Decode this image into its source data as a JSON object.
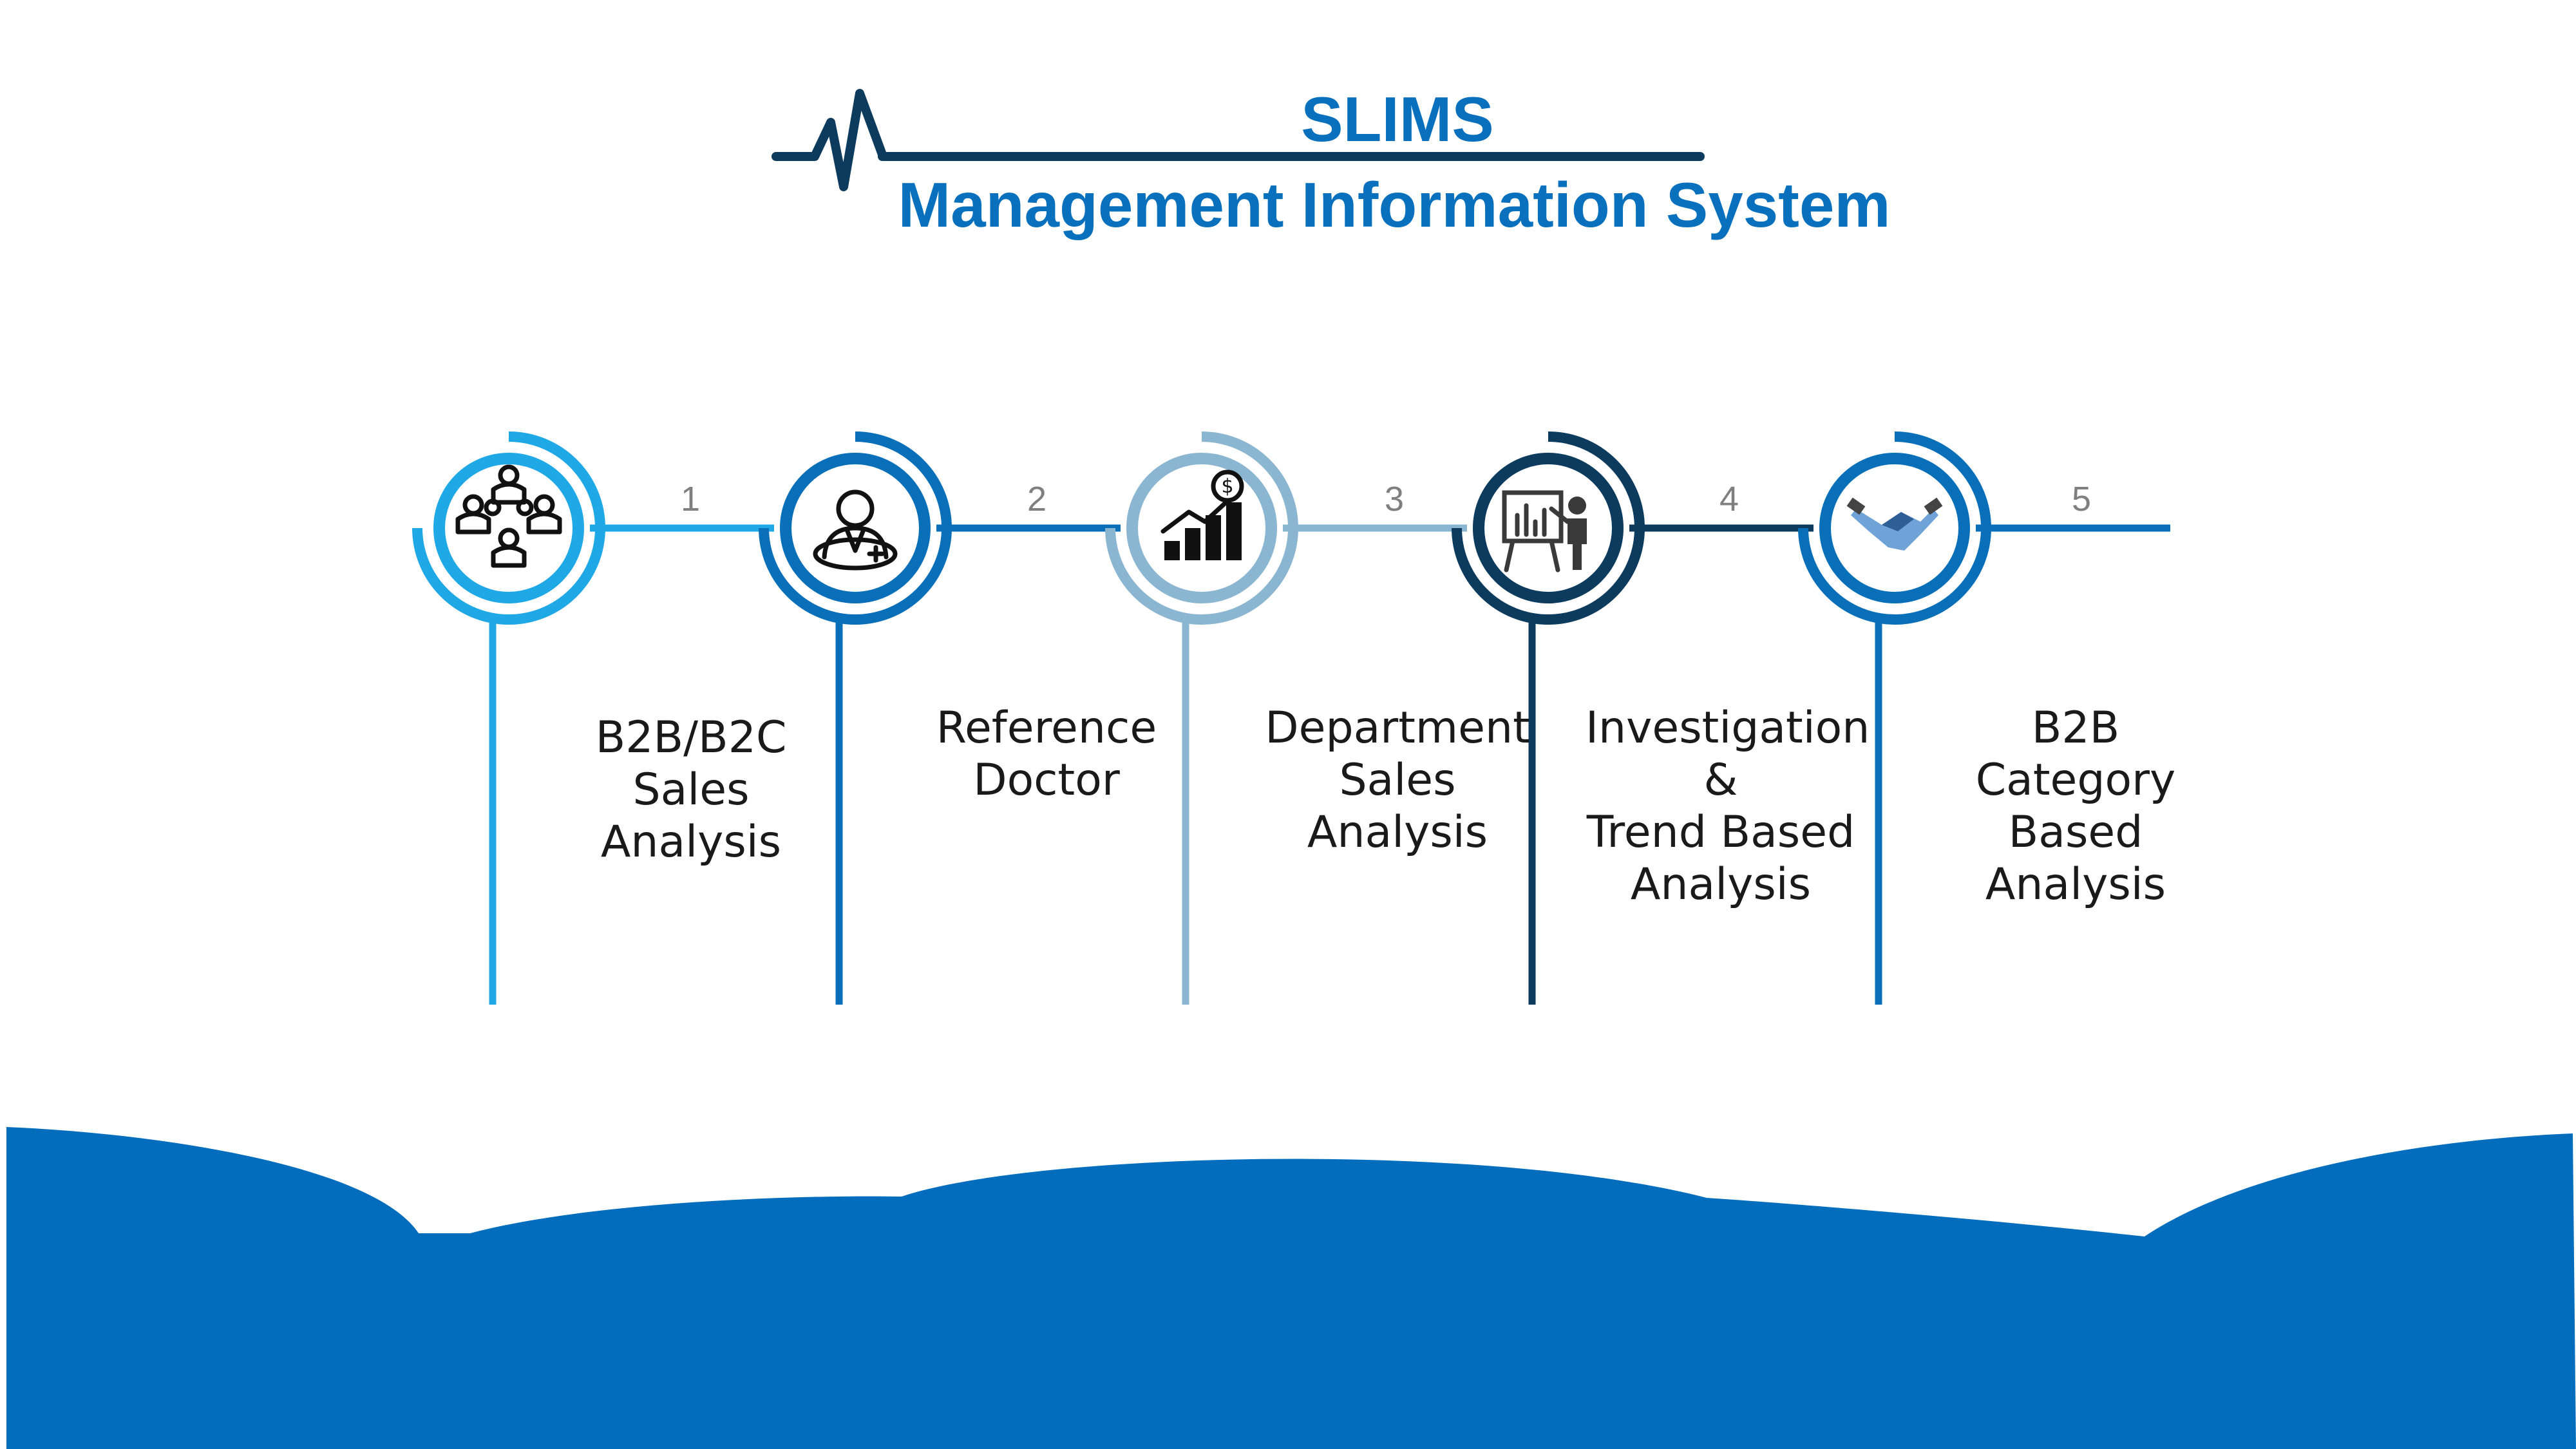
{
  "title": {
    "line1": "SLIMS",
    "line2": "Management Information System"
  },
  "colors": {
    "brand": "#0870bc",
    "dark_navy": "#0c3b5e",
    "sky": "#1ea8e6",
    "steel": "#8bb6d1",
    "wave": "#036dbd"
  },
  "steps": [
    {
      "number": "1",
      "label_lines": [
        "B2B/B2C",
        "Sales",
        "Analysis"
      ],
      "icon": "people-network-icon",
      "color": "#1ea8e6"
    },
    {
      "number": "2",
      "label_lines": [
        "Reference",
        "Doctor"
      ],
      "icon": "doctor-icon",
      "color": "#0a6fb9"
    },
    {
      "number": "3",
      "label_lines": [
        "Department",
        "Sales",
        "Analysis"
      ],
      "icon": "growth-chart-icon",
      "color": "#8bb6d1"
    },
    {
      "number": "4",
      "label_lines": [
        "Investigation",
        "&",
        "Trend Based",
        "Analysis"
      ],
      "icon": "presentation-icon",
      "color": "#0c3b5e"
    },
    {
      "number": "5",
      "label_lines": [
        "B2B",
        "Category",
        "Based",
        "Analysis"
      ],
      "icon": "handshake-icon",
      "color": "#0a6fb9"
    }
  ]
}
